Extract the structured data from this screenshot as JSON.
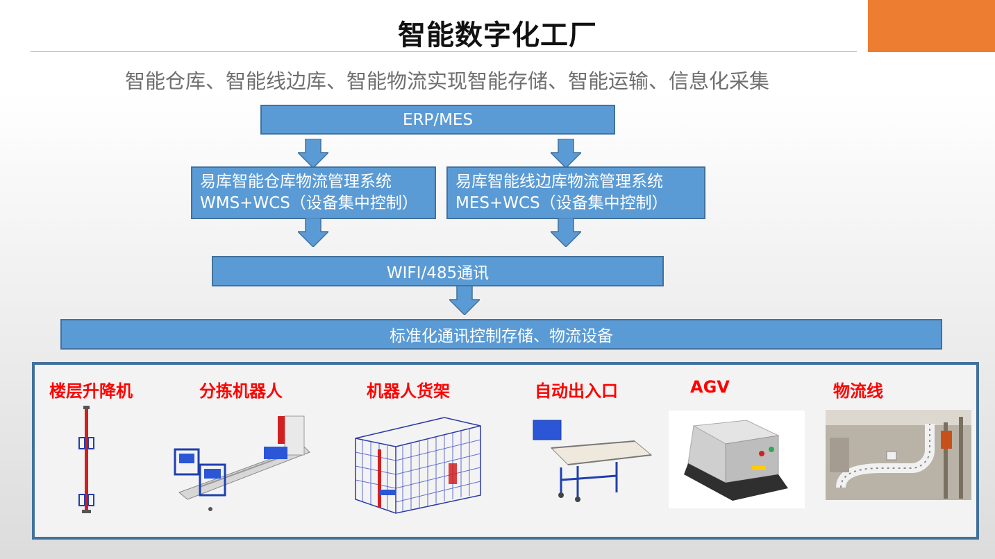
{
  "page": {
    "title": "智能数字化工厂",
    "subtitle": "智能仓库、智能线边库、智能物流实现智能存储、智能运输、信息化采集",
    "accent_color": "#ed7d31"
  },
  "diagram": {
    "box_color": "#5b9bd5",
    "box_border_color": "#41719c",
    "top": {
      "label": "ERP/MES"
    },
    "left_system": {
      "line1": "易库智能仓库物流管理系统",
      "line2": "WMS+WCS（设备集中控制）"
    },
    "right_system": {
      "line1": "易库智能线边库物流管理系统",
      "line2": "MES+WCS（设备集中控制）"
    },
    "comm": {
      "label": "WIFI/485通讯"
    },
    "base": {
      "label": "标准化通讯控制存储、物流设备"
    }
  },
  "equipment": {
    "label_color": "#ff0000",
    "items": [
      {
        "label": "楼层升降机",
        "icon": "floor-lift-image"
      },
      {
        "label": "分拣机器人",
        "icon": "sorting-robot-image"
      },
      {
        "label": "机器人货架",
        "icon": "robot-shelf-image"
      },
      {
        "label": "自动出入口",
        "icon": "auto-entry-image"
      },
      {
        "label": "AGV",
        "icon": "agv-image"
      },
      {
        "label": "物流线",
        "icon": "conveyor-line-image"
      }
    ]
  }
}
